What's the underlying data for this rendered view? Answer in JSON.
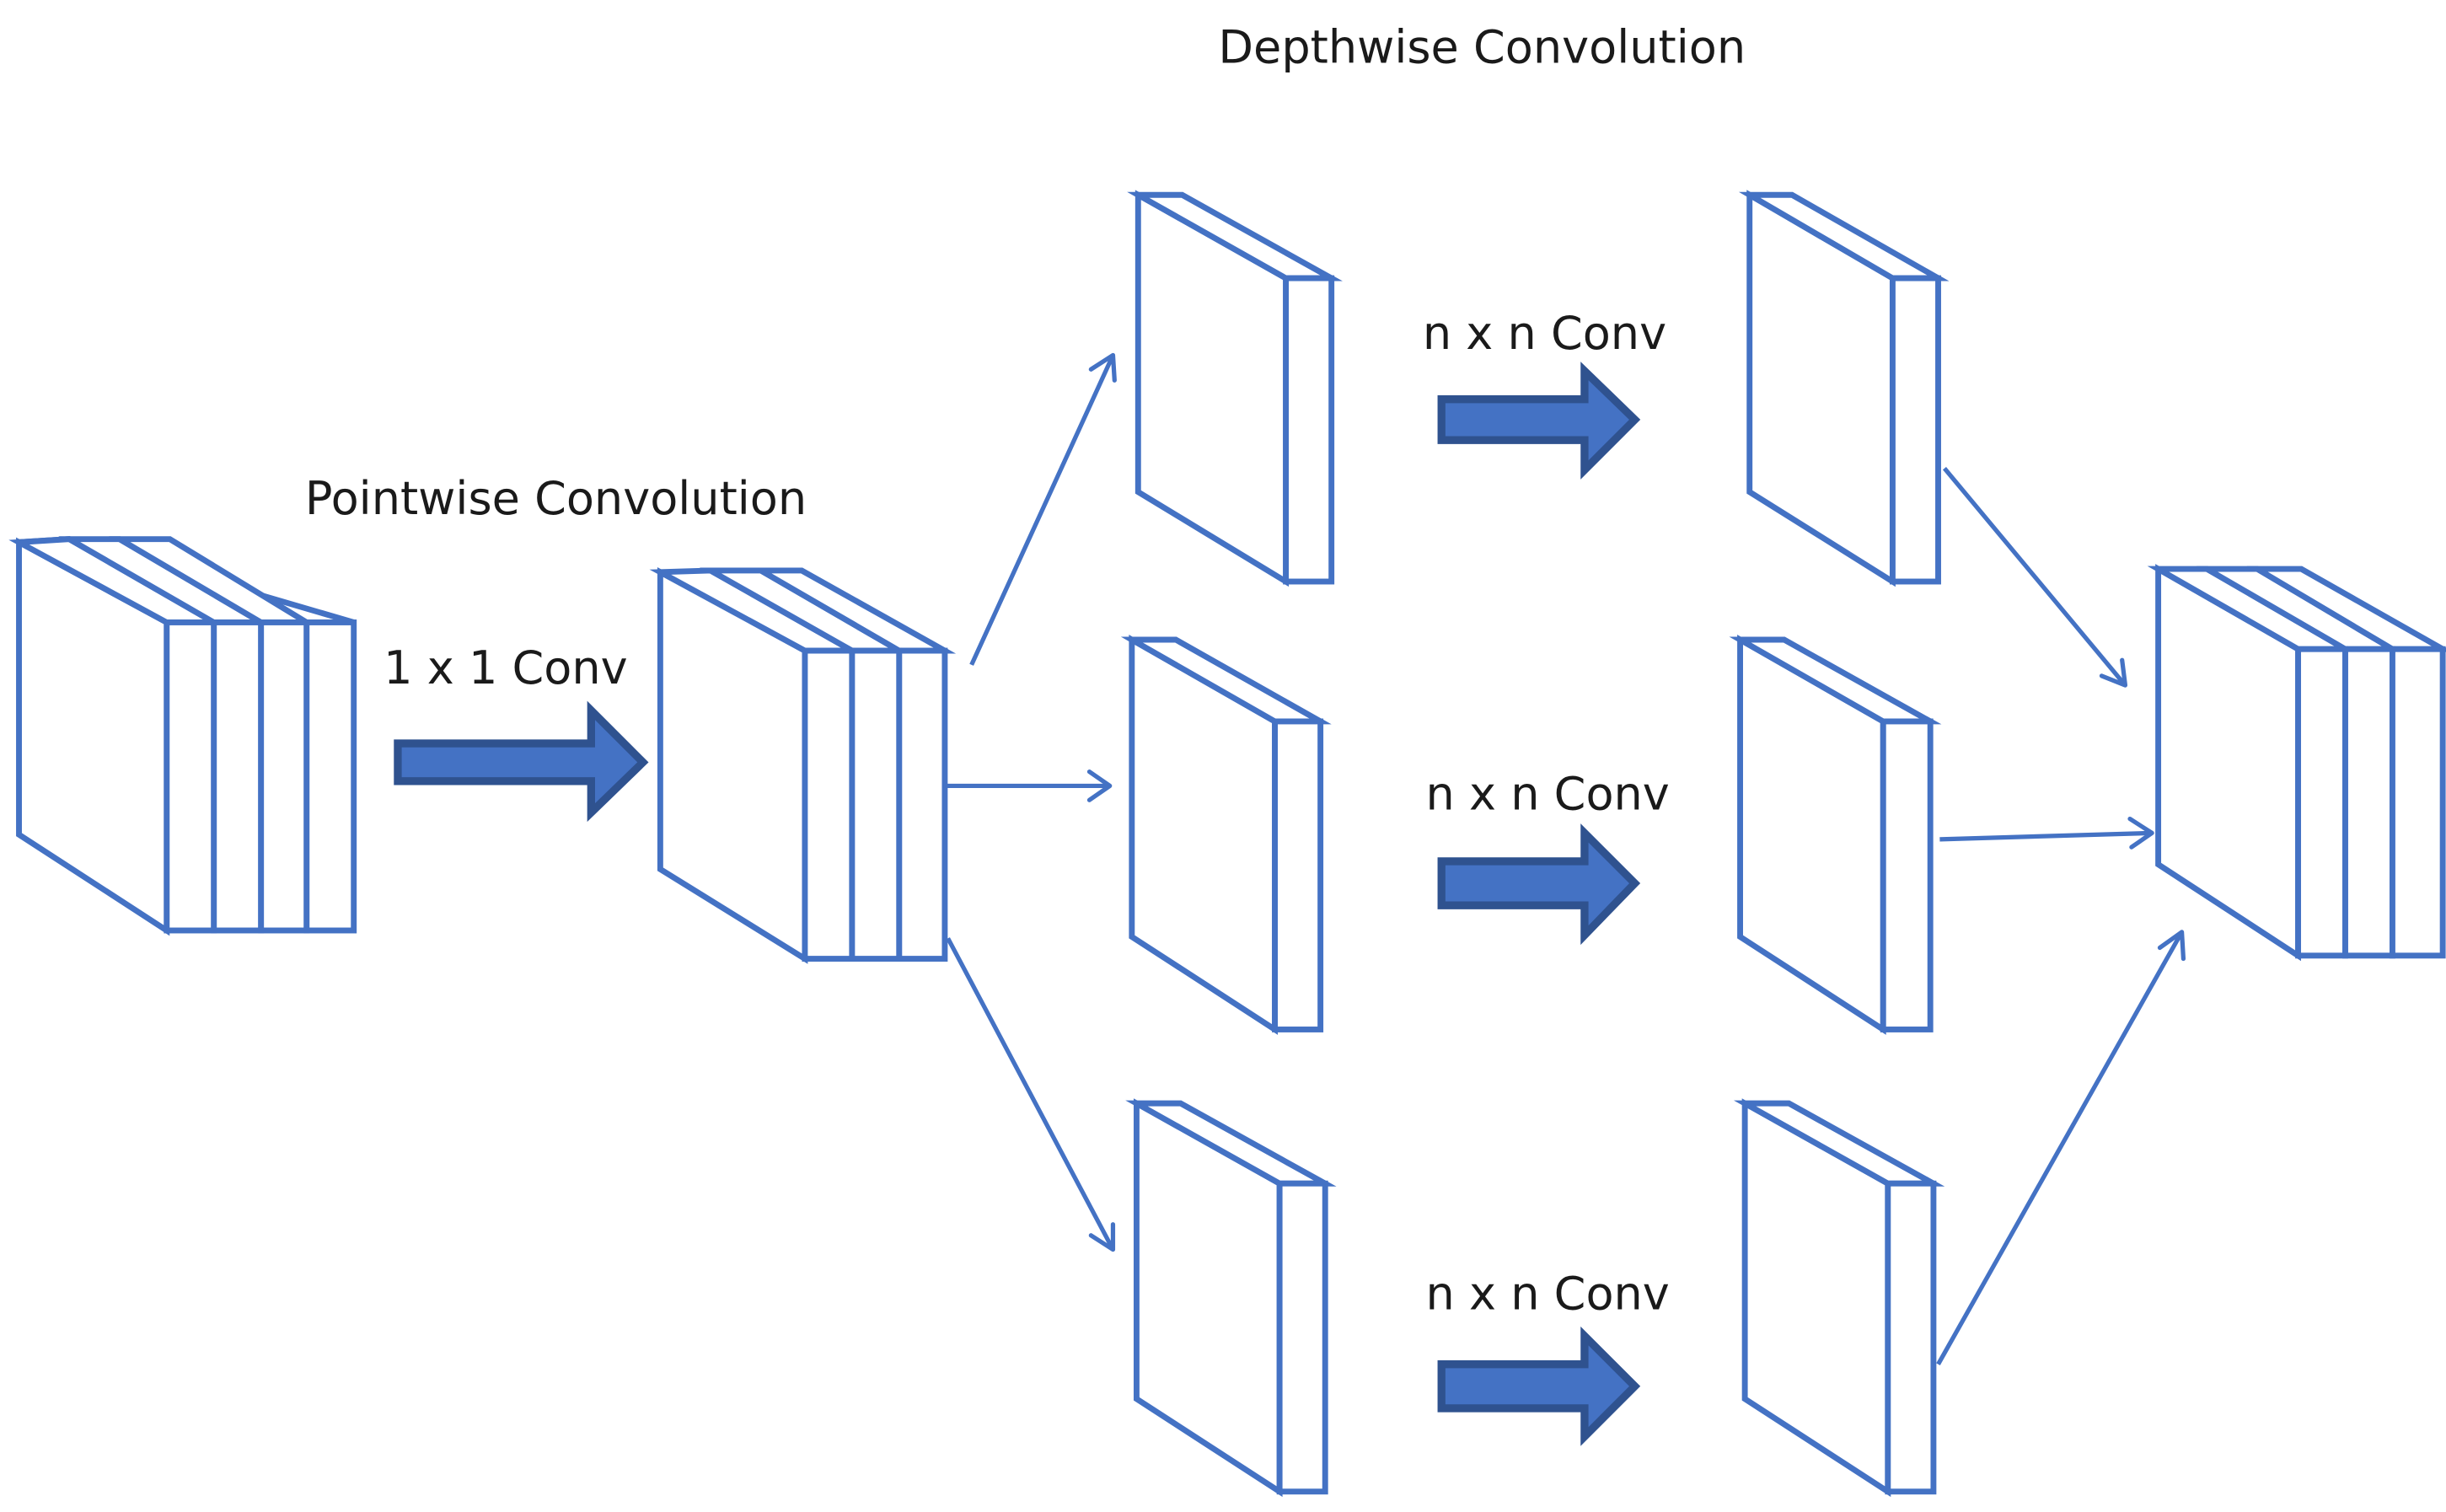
{
  "labels": {
    "depthwise_title": "Depthwise Convolution",
    "pointwise_title": "Pointwise Convolution",
    "conv_1x1": "1 x 1 Conv",
    "conv_nxn_top": "n x n Conv",
    "conv_nxn_middle": "n x n Conv",
    "conv_nxn_bottom": "n x n Conv"
  },
  "colors": {
    "outline": "#4472c4",
    "block_arrow_fill": "#4472c4",
    "block_arrow_border": "#2f528f",
    "text": "#1a1a1a"
  }
}
